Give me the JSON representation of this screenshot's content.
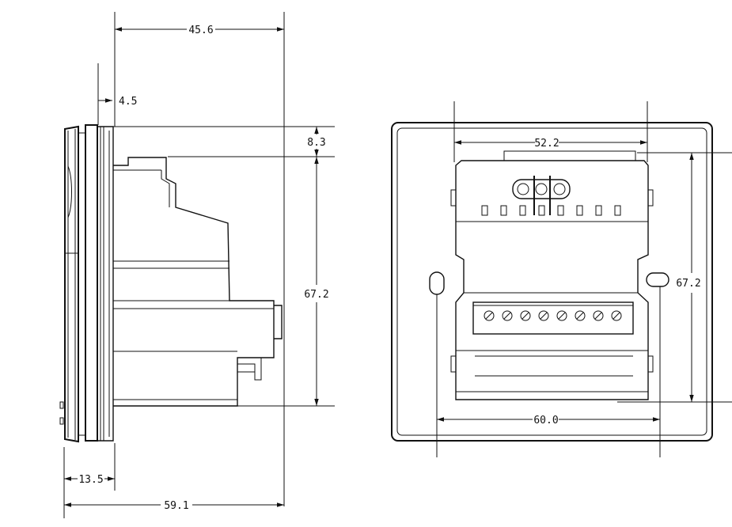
{
  "side_view": {
    "dim_total_width": "45.6",
    "dim_plate_gap": "4.5",
    "dim_top_offset": "8.3",
    "dim_body_height": "67.2",
    "dim_front_depth": "13.5",
    "dim_overall_depth": "59.1"
  },
  "rear_view": {
    "dim_terminal_width": "52.2",
    "dim_body_height": "67.2",
    "dim_mount_spacing": "60.0"
  }
}
